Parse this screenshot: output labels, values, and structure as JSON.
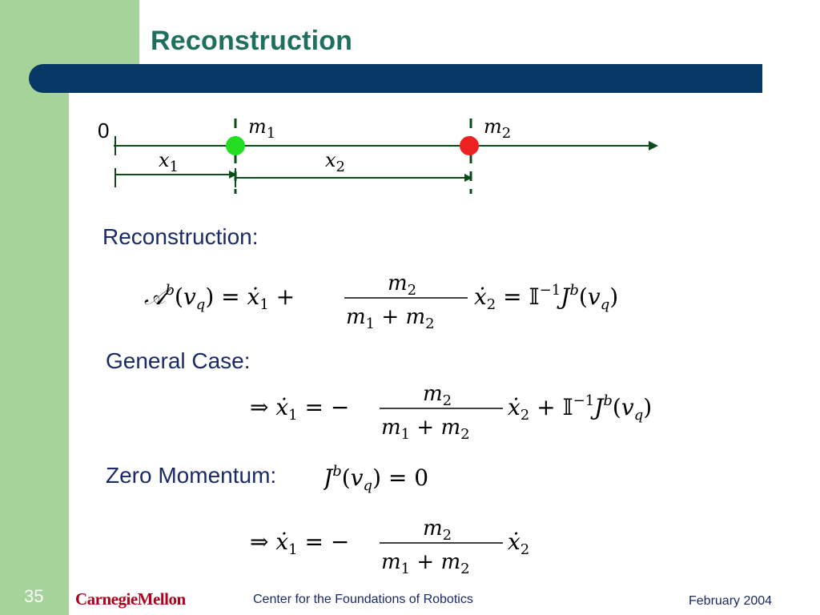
{
  "slide": {
    "title": "Reconstruction",
    "number": "35"
  },
  "diagram": {
    "origin_label": "0",
    "mass1_label": "m",
    "mass1_sub": "1",
    "mass2_label": "m",
    "mass2_sub": "2",
    "x1_label": "x",
    "x1_sub": "1",
    "x2_label": "x",
    "x2_sub": "2",
    "mass1_color": "#22dd22",
    "mass2_color": "#ee2222"
  },
  "sections": {
    "reconstruction": "Reconstruction:",
    "general_case": "General Case:",
    "zero_momentum": "Zero Momentum:"
  },
  "equations": {
    "eq1": "𝒜ᵇ(v_q) = ẋ₁ + m₂/(m₁+m₂) ẋ₂ = 𝕀⁻¹Jᵇ(v_q)",
    "eq2": "⇒ ẋ₁ = −m₂/(m₁+m₂) ẋ₂ + 𝕀⁻¹Jᵇ(v_q)",
    "eq3": "Jᵇ(v_q) = 0",
    "eq4": "⇒ ẋ₁ = −m₂/(m₁+m₂) ẋ₂"
  },
  "footer": {
    "logo": "CarnegieMellon",
    "center": "Center for the Foundations of Robotics",
    "date": "February 2004"
  },
  "colors": {
    "left_bar": "#a6d39a",
    "title_text": "#1f6f5f",
    "blue_bar": "#073866",
    "label_text": "#1a2a66",
    "logo_red": "#b0001e"
  }
}
